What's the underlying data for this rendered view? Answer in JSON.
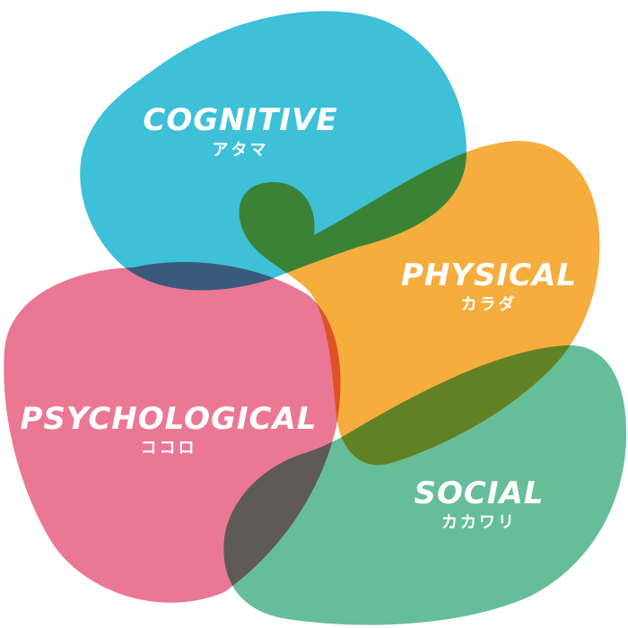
{
  "domains": {
    "cognitive": {
      "label": "COGNITIVE",
      "sublabel": "アタマ",
      "color": "#3ec0d8"
    },
    "physical": {
      "label": "PHYSICAL",
      "sublabel": "カラダ",
      "color": "#f5ad3e"
    },
    "psychological": {
      "label": "PSYCHOLOGICAL",
      "sublabel": "ココロ",
      "color": "#ea7894"
    },
    "social": {
      "label": "SOCIAL",
      "sublabel": "カカワリ",
      "color": "#66be98"
    }
  }
}
